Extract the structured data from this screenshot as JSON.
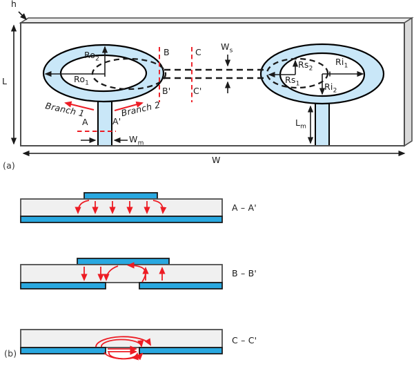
{
  "colors": {
    "accent_red": "#ed1c24",
    "metal_blue": "#29a8e0",
    "ring_fill": "#c9e7f8",
    "substrate_gray": "#f0f0f0",
    "line_dark": "#1a1a1a"
  },
  "panel_a": {
    "tag": "(a)",
    "dim_h": "h",
    "dim_l": "L",
    "dim_w": "W",
    "ro1": {
      "main": "Ro",
      "sub": "1"
    },
    "ro2": {
      "main": "Ro",
      "sub": "2"
    },
    "rs1": {
      "main": "Rs",
      "sub": "1"
    },
    "rs2": {
      "main": "Rs",
      "sub": "2"
    },
    "ri1": {
      "main": "Ri",
      "sub": "1"
    },
    "ri2": {
      "main": "Ri",
      "sub": "2"
    },
    "ws": {
      "main": "W",
      "sub": "s"
    },
    "wm": {
      "main": "W",
      "sub": "m"
    },
    "lm": {
      "main": "L",
      "sub": "m"
    },
    "sec_a": "A",
    "sec_a2": "A'",
    "sec_b": "B",
    "sec_b2": "B'",
    "sec_c": "C",
    "sec_c2": "C'",
    "branch1": "Branch 1",
    "branch2": "Branch 2"
  },
  "panel_b": {
    "tag": "(b)",
    "label_aa": "A – A'",
    "label_bb": "B – B'",
    "label_cc": "C – C'"
  }
}
